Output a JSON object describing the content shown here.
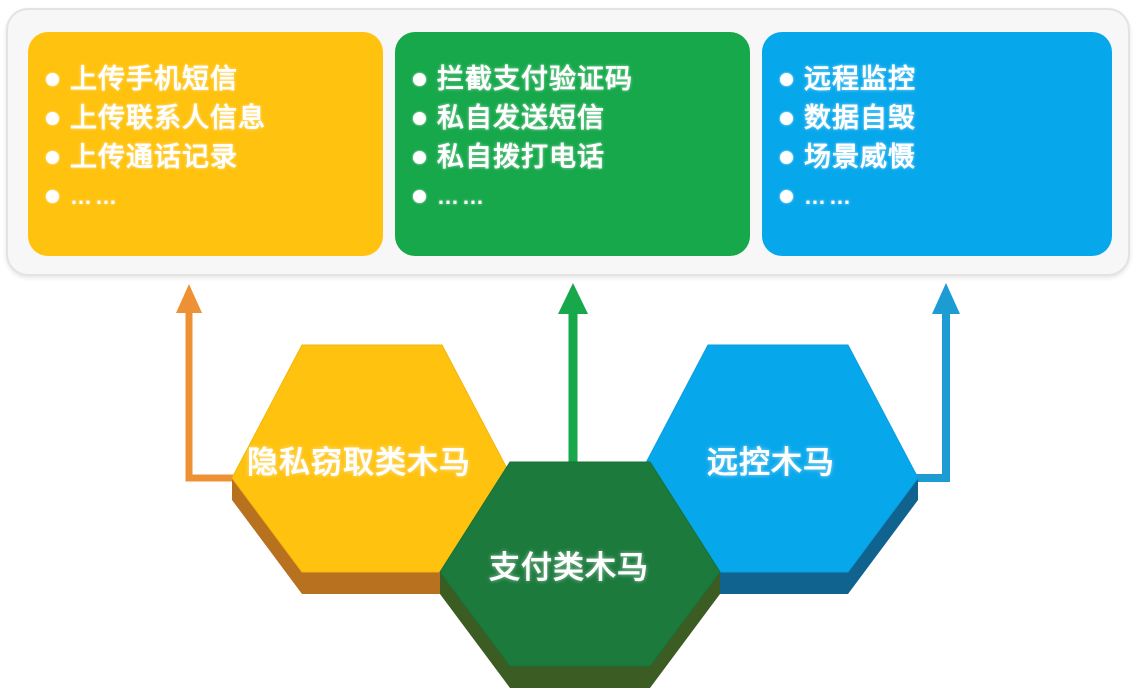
{
  "diagram": {
    "title_present": false,
    "colors": {
      "privacy": "#ffc20e",
      "privacy_side": "#b8711f",
      "privacy_arrow": "#ed9134",
      "payment": "#16a84a",
      "payment_hex": "#1b7a3c",
      "payment_side": "#3b5c22",
      "payment_arrow": "#16a84a",
      "remote": "#07a7ec",
      "remote_side": "#10628f",
      "remote_arrow": "#1d9cd3",
      "container_bg": "#f7f7f7",
      "container_border": "#e3e3e3",
      "bullet": "#ffffff",
      "text": "#ffffff"
    }
  },
  "panels": [
    {
      "id": "privacy",
      "items": [
        "上传手机短信",
        "上传联系人信息",
        "上传通话记录",
        "……"
      ]
    },
    {
      "id": "payment",
      "items": [
        "拦截支付验证码",
        "私自发送短信",
        "私自拨打电话",
        "……"
      ]
    },
    {
      "id": "remote",
      "items": [
        "远程监控",
        "数据自毁",
        "场景威慑",
        "……"
      ]
    }
  ],
  "hexagons": [
    {
      "id": "privacy",
      "label": "隐私窃取类木马"
    },
    {
      "id": "payment",
      "label": "支付类木马"
    },
    {
      "id": "remote",
      "label": "远控木马"
    }
  ],
  "connectors": [
    {
      "id": "privacy-arrow",
      "from": "hex-privacy",
      "to": "panel-privacy",
      "shape": "left-then-up"
    },
    {
      "id": "payment-arrow",
      "from": "hex-payment",
      "to": "panel-payment",
      "shape": "straight-up"
    },
    {
      "id": "remote-arrow",
      "from": "hex-remote",
      "to": "panel-remote",
      "shape": "right-then-up"
    }
  ]
}
